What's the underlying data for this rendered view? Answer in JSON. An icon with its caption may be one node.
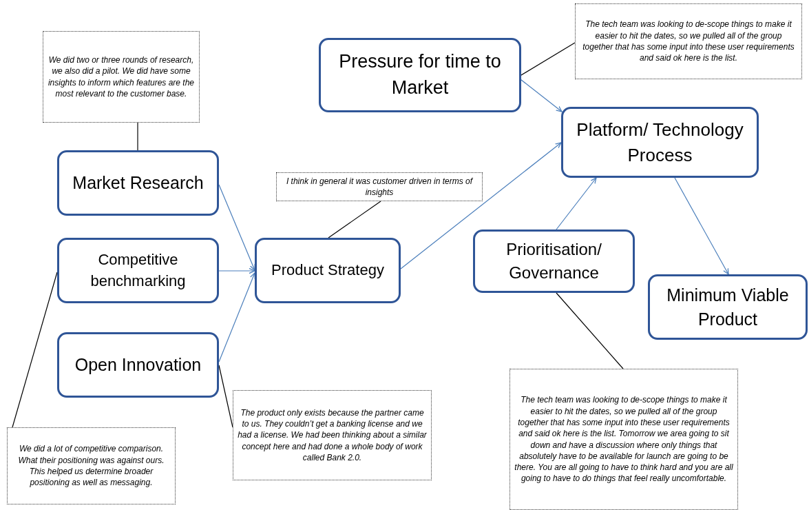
{
  "diagram": {
    "nodes": [
      {
        "text": [
          "We did two or three rounds of research, we also did a pilot. We did have some insights to inform which features are the most relevant to the customer base."
        ]
      },
      {
        "text": [
          "Pressure for time to Market"
        ]
      },
      {
        "text": [
          "The tech team was looking to de-scope things to make it easier to hit the dates, so we pulled all of the group together that has some input into these user requirements and said ok here is the list."
        ]
      },
      {
        "text": [
          "Platform/ Technology Process"
        ]
      },
      {
        "text": [
          "Market Research"
        ]
      },
      {
        "text": [
          "I think in general it was customer driven in terms of insights"
        ]
      },
      {
        "text": [
          "Competitive benchmarking"
        ]
      },
      {
        "text": [
          "Product Strategy"
        ]
      },
      {
        "text": [
          "Prioritisation/ Governance"
        ]
      },
      {
        "text": [
          "Minimum Viable Product"
        ]
      },
      {
        "text": [
          "Open Innovation"
        ]
      },
      {
        "text": [
          "The product only exists because the partner came to us. They couldn’t get a banking license and we had a license. We had been thinking about a similar concept here and had done a whole body of work called Bank 2.0."
        ]
      },
      {
        "text": [
          "The tech team was looking to de-scope things to make it easier to hit the dates, so we pulled all of the group together that has some input into these user requirements and said ok here is the list. Tomorrow we area going to sit down and have a discussion where only things that absolutely have to be available for launch are going to be there. You are all going to have to think hard and you are all going to have to do things that feel really uncomfortable."
        ]
      },
      {
        "text": [
          "We did a lot of competitive comparison. What their positioning was against ours. This helped us determine broader positioning as well as messaging."
        ]
      }
    ],
    "edges": [
      {
        "from": 4,
        "to": 7,
        "arrow": "to"
      },
      {
        "from": 6,
        "to": 7,
        "arrow": "to"
      },
      {
        "from": 10,
        "to": 7,
        "arrow": "to"
      },
      {
        "from": 7,
        "to": 3,
        "arrow": "to"
      },
      {
        "from": 1,
        "to": 3,
        "arrow": "to"
      },
      {
        "from": 8,
        "to": 3,
        "arrow": "to"
      },
      {
        "from": 3,
        "to": 9,
        "arrow": "to"
      },
      {
        "from": 0,
        "to": 4,
        "arrow": "none",
        "color": "#000000"
      },
      {
        "from": 2,
        "to": 1,
        "arrow": "none",
        "color": "#000000"
      },
      {
        "from": 5,
        "to": 7,
        "arrow": "none",
        "color": "#000000"
      },
      {
        "from": 12,
        "to": 8,
        "arrow": "none",
        "color": "#000000"
      },
      {
        "from": 13,
        "to": 6,
        "arrow": "none",
        "color": "#000000"
      },
      {
        "from": 11,
        "to": 10,
        "arrow": "none",
        "color": "#000000"
      }
    ]
  }
}
